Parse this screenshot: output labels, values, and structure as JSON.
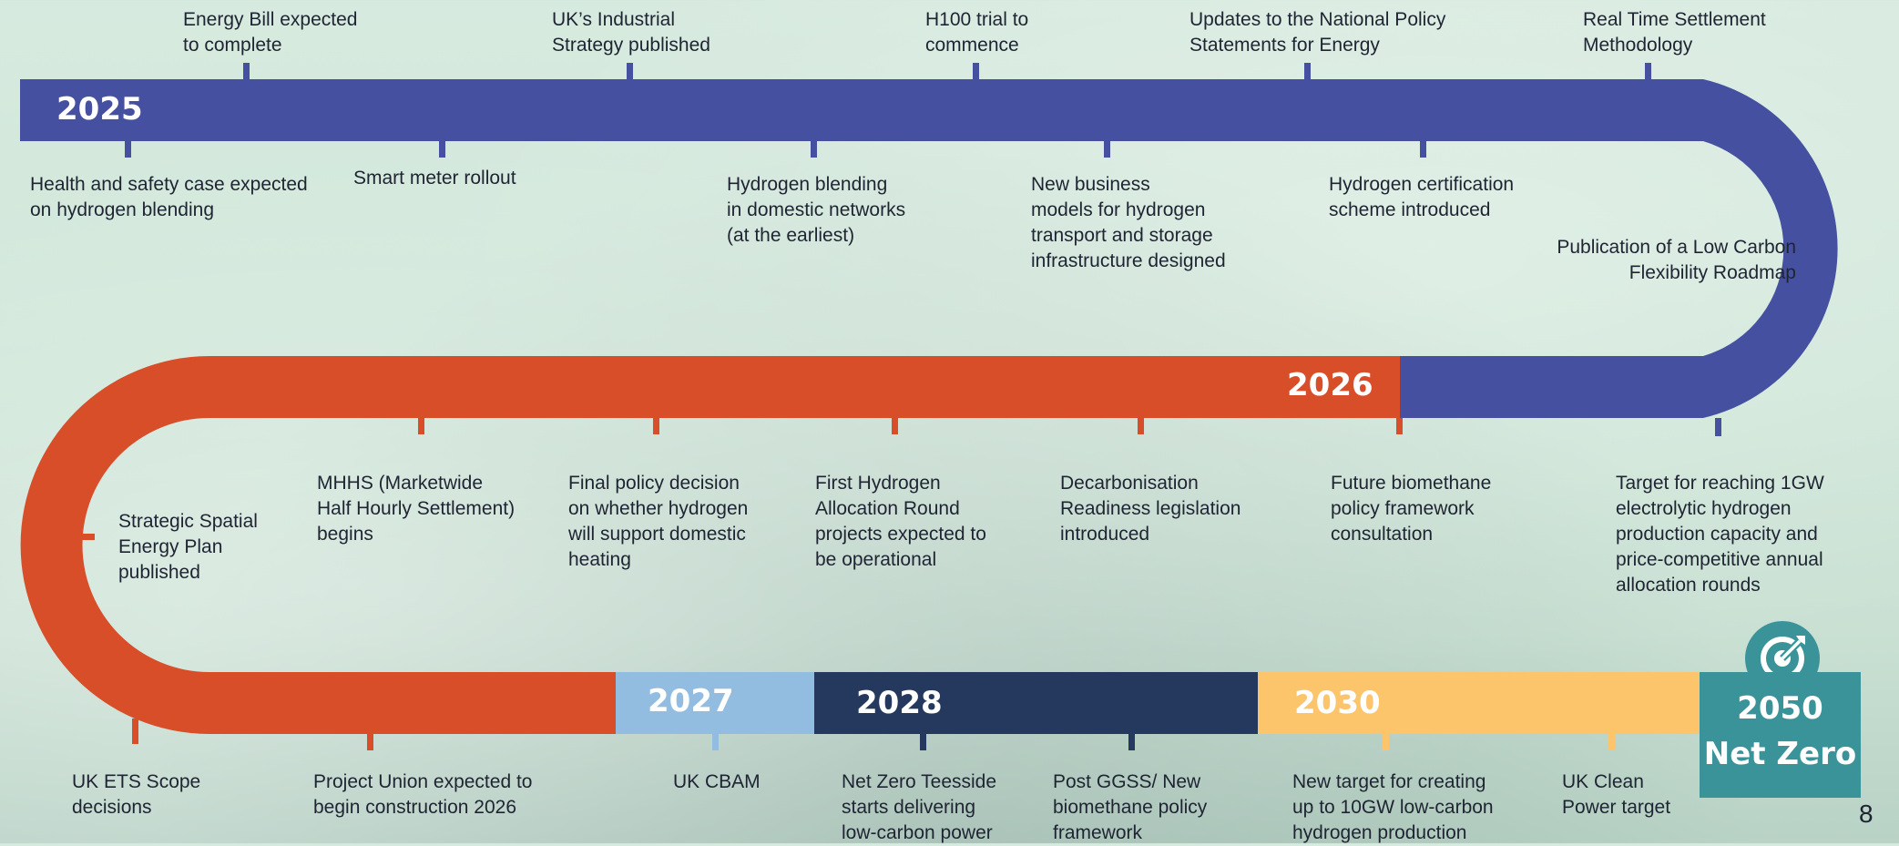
{
  "years": {
    "y2025": "2025",
    "y2026": "2026",
    "y2027": "2027",
    "y2028": "2028",
    "y2030": "2030",
    "y2050": "2050",
    "net_zero": "Net Zero"
  },
  "colors": {
    "blue": "#4551a0",
    "orange": "#d84e29",
    "light_blue": "#93bde0",
    "navy": "#24395d",
    "amber": "#fcc56b",
    "teal": "#3a9399"
  },
  "milestones_2025_above": [
    "Energy Bill expected\nto complete",
    "UK’s Industrial\nStrategy published",
    "H100 trial to\ncommence",
    "Updates to the National Policy\nStatements for Energy",
    "Real Time Settlement\nMethodology"
  ],
  "milestones_2025_below": [
    "Health and safety case expected\non hydrogen blending",
    "Smart meter rollout",
    "Hydrogen blending\nin domestic networks\n(at the earliest)",
    "New business\nmodels for hydrogen\ntransport and storage\ninfrastructure designed",
    "Hydrogen certification\nscheme introduced",
    "Publication of a Low Carbon\nFlexibility Roadmap"
  ],
  "milestones_2026": [
    "Target for reaching 1GW\nelectrolytic hydrogen\nproduction capacity and\nprice-competitive annual\nallocation rounds",
    "Future biomethane\npolicy framework\nconsultation",
    "Decarbonisation\nReadiness legislation\nintroduced",
    " First Hydrogen\nAllocation Round\nprojects expected to\nbe operational",
    "Final policy decision\non whether hydrogen\nwill support domestic\nheating",
    "MHHS (Marketwide\nHalf Hourly Settlement)\nbegins",
    "Strategic Spatial\nEnergy Plan\npublished"
  ],
  "milestones_bottom": [
    "UK ETS Scope\ndecisions",
    "Project Union expected to\nbegin construction 2026",
    "UK CBAM",
    "Net Zero Teesside\nstarts delivering\nlow-carbon power",
    "Post GGSS/ New\nbiomethane policy\nframework",
    "New target for creating\nup to 10GW low-carbon\nhydrogen production",
    "UK Clean\nPower target"
  ],
  "target_icon": "target-icon",
  "page_number": "8"
}
